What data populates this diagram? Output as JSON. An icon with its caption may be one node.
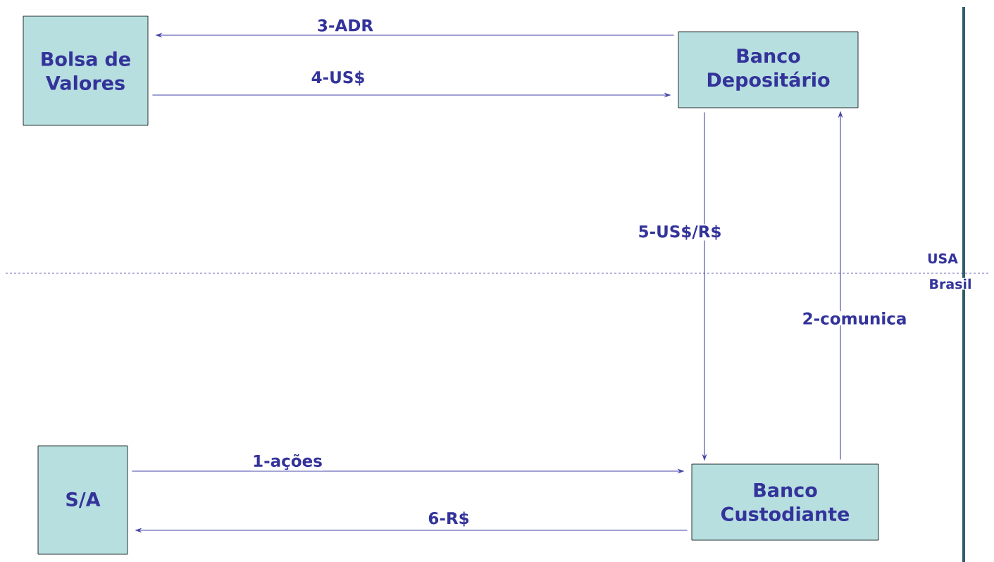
{
  "diagram": {
    "nodes": [
      {
        "text": [
          "Bolsa de Valores"
        ]
      },
      {
        "text": [
          "Banco Depositário"
        ]
      },
      {
        "text": [
          "S/A"
        ]
      },
      {
        "text": [
          "Banco Custodiante"
        ]
      }
    ],
    "edges": [
      {
        "from": 1,
        "to": 0,
        "arrow": "to",
        "label": "3-ADR"
      },
      {
        "from": 0,
        "to": 1,
        "arrow": "to",
        "label": "4-US$"
      },
      {
        "from": 1,
        "to": 3,
        "arrow": "to",
        "label": "5-US$/R$"
      },
      {
        "from": 3,
        "to": 1,
        "arrow": "to",
        "label": "2-comunica"
      },
      {
        "from": 2,
        "to": 3,
        "arrow": "to",
        "label": "1-ações"
      },
      {
        "from": 3,
        "to": 2,
        "arrow": "to",
        "label": "6-R$"
      }
    ],
    "labels": [
      "USA",
      "Brasil"
    ]
  }
}
